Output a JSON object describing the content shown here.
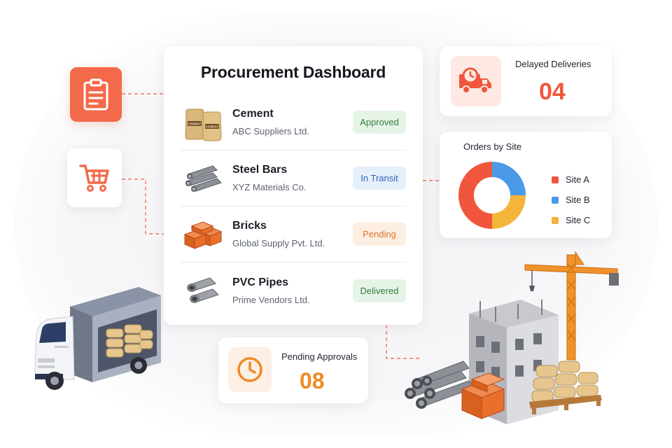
{
  "dashboard": {
    "title": "Procurement Dashboard",
    "items": [
      {
        "name": "Cement",
        "supplier": "ABC Suppliers Ltd.",
        "status": "Approved",
        "icon": "cement-bags-icon"
      },
      {
        "name": "Steel Bars",
        "supplier": "XYZ Materials Co.",
        "status": "In Transit",
        "icon": "steel-bars-icon"
      },
      {
        "name": "Bricks",
        "supplier": "Global Supply Pvt. Ltd.",
        "status": "Pending",
        "icon": "bricks-icon"
      },
      {
        "name": "PVC Pipes",
        "supplier": "Prime Vendors Ltd.",
        "status": "Delivered",
        "icon": "pvc-pipes-icon"
      }
    ]
  },
  "delayed_deliveries": {
    "label": "Delayed Deliveries",
    "value": "04",
    "icon": "delivery-truck-clock-icon"
  },
  "pending_approvals": {
    "label": "Pending Approvals",
    "value": "08",
    "icon": "clock-icon"
  },
  "orders_by_site": {
    "title": "Orders by Site",
    "legend": [
      "Site A",
      "Site B",
      "Site C"
    ]
  },
  "chart_data": {
    "type": "pie",
    "title": "Orders by Site",
    "categories": [
      "Site A",
      "Site B",
      "Site C"
    ],
    "values": [
      50,
      25,
      25
    ],
    "colors": [
      "#f0563b",
      "#4a9ae8",
      "#f5b43a"
    ]
  },
  "colors": {
    "accent": "#f26a4a",
    "approved": "#2f7d3a",
    "in_transit": "#2f64b8",
    "pending": "#d9762e",
    "delayed_value": "#f0563b",
    "pending_value": "#f08a24"
  },
  "side_icons": [
    "clipboard-icon",
    "shopping-cart-icon"
  ]
}
